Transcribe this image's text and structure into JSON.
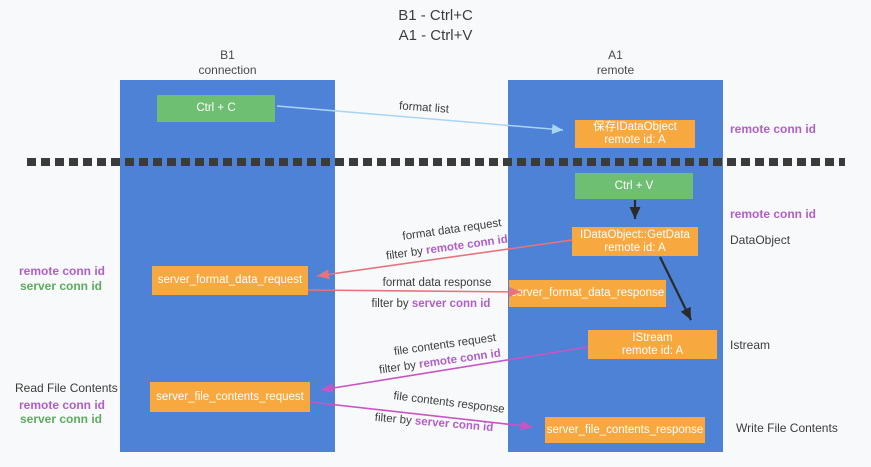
{
  "title": {
    "line1": "B1 - Ctrl+C",
    "line2": "A1 - Ctrl+V"
  },
  "lifelines": {
    "left": {
      "name": "B1",
      "role": "connection"
    },
    "right": {
      "name": "A1",
      "role": "remote"
    }
  },
  "nodes": {
    "ctrl_c": {
      "label": "Ctrl + C"
    },
    "ctrl_v": {
      "label": "Ctrl + V"
    },
    "save_idataobject": {
      "line1": "保存IDataObject",
      "line2": "remote id: A"
    },
    "idataobject_getdata": {
      "line1": "IDataObject::GetData",
      "line2": "remote id: A"
    },
    "istream": {
      "line1": "IStream",
      "line2": "remote id: A"
    },
    "server_format_data_request": {
      "label": "server_format_data_request"
    },
    "server_format_data_response": {
      "label": "server_format_data_response"
    },
    "server_file_contents_request": {
      "label": "server_file_contents_request"
    },
    "server_file_contents_response": {
      "label": "server_file_contents_response"
    }
  },
  "messages": {
    "format_list": "format list",
    "format_data_request": "format data request",
    "format_data_response": "format data response",
    "file_contents_request": "file contents request",
    "file_contents_response": "file contents response",
    "filter_by": "filter by",
    "remote_conn_id": "remote conn id",
    "server_conn_id": "server conn id"
  },
  "side_labels": {
    "remote_conn_id": "remote conn id",
    "server_conn_id": "server conn id",
    "dataobject": "DataObject",
    "istream": "Istream",
    "read_file_contents": "Read File Contents",
    "write_file_contents": "Write File Contents"
  },
  "colors": {
    "background": "#f8f9fb",
    "column_blue": "#4d82d6",
    "node_green": "#6fbf73",
    "node_orange": "#f7a83e",
    "label_purple": "#b05fc6",
    "label_green": "#5faa5f",
    "arrow_salmon": "#e8737c",
    "arrow_magenta": "#cb54c4",
    "arrow_lightblue": "#a9d5f5",
    "arrow_black": "#2b2b2b",
    "dash_line": "#3b3b3b"
  }
}
